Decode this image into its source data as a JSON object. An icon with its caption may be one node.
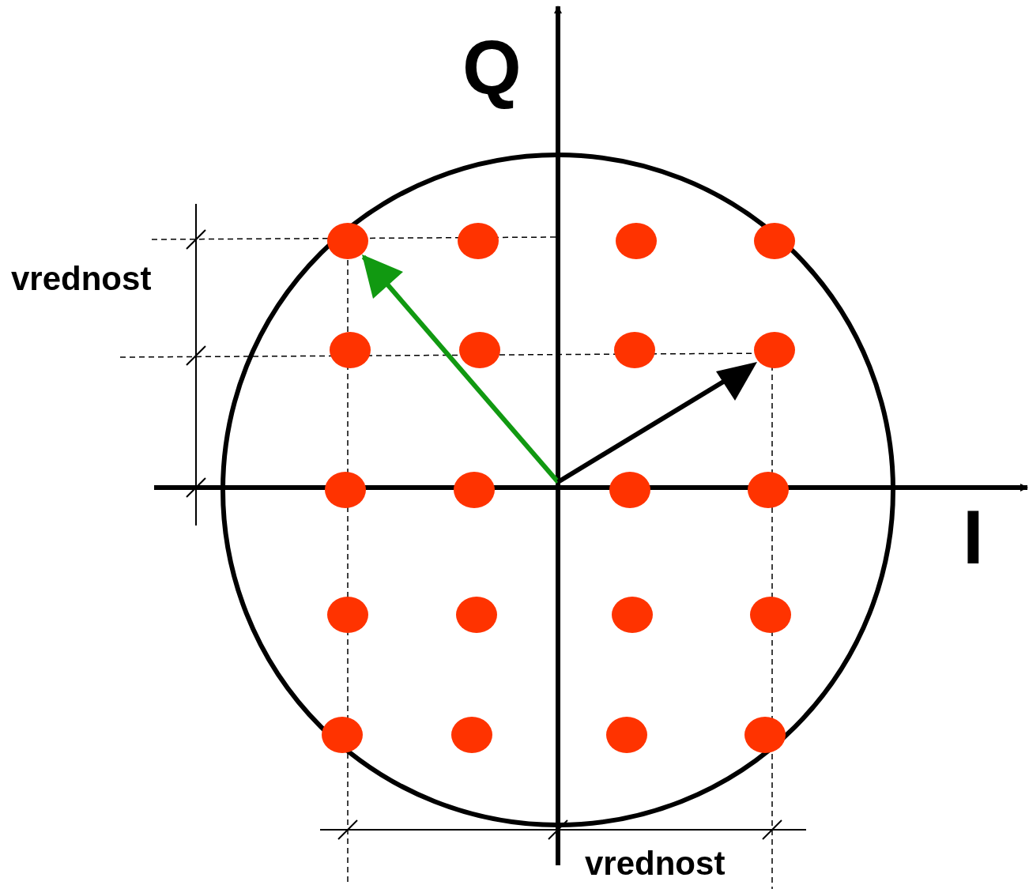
{
  "diagram": {
    "labels": [
      "Q",
      "vrednost",
      "I",
      "vrednost"
    ]
  }
}
